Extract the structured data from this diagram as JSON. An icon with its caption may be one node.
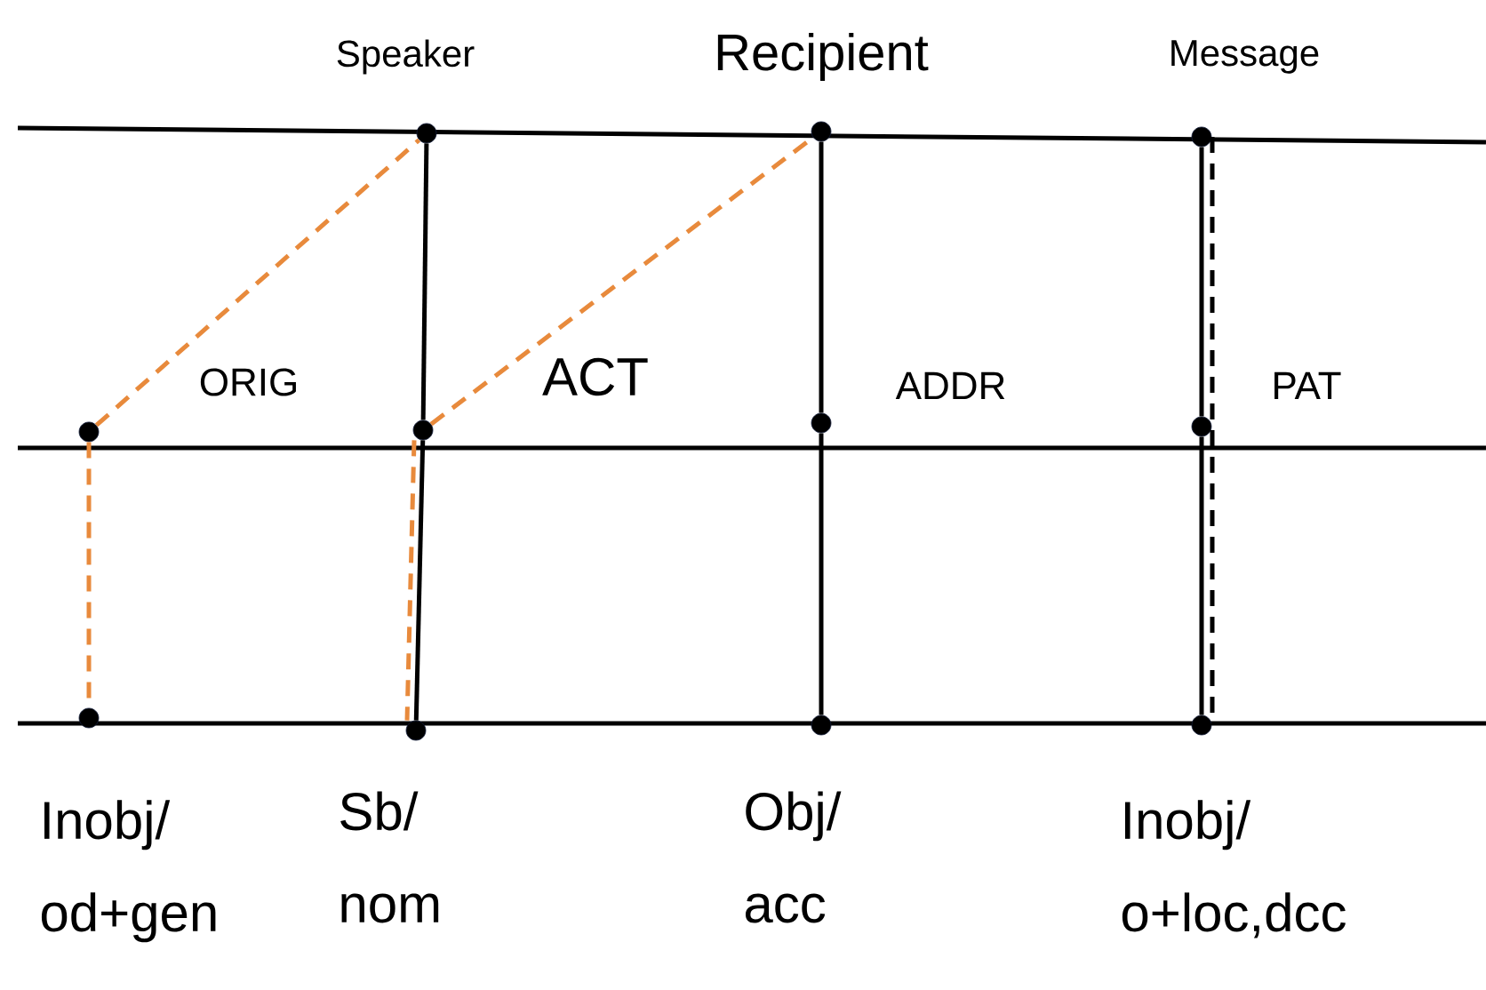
{
  "diagram": {
    "nodes": [
      {
        "text": [],
        "shape": "circle",
        "beside": [
          "Speaker"
        ]
      },
      {
        "text": [],
        "shape": "circle",
        "beside": [
          "Recipient"
        ]
      },
      {
        "text": [],
        "shape": "circle",
        "beside": [
          "Message"
        ]
      },
      {
        "text": [],
        "shape": "circle"
      },
      {
        "text": [],
        "shape": "circle"
      },
      {
        "text": [],
        "shape": "circle"
      },
      {
        "text": [],
        "shape": "circle"
      },
      {
        "text": [],
        "shape": "circle",
        "beside": [
          "Inobj/ od+gen"
        ]
      },
      {
        "text": [],
        "shape": "circle",
        "beside": [
          "Sb/ nom"
        ]
      },
      {
        "text": [],
        "shape": "circle",
        "beside": [
          "Obj/ acc"
        ]
      },
      {
        "text": [],
        "shape": "circle",
        "beside": [
          "Inobj/ o+loc,dcc"
        ]
      }
    ],
    "edges": [
      {
        "from": 3,
        "to": 0,
        "arrow": "none",
        "style": "dashed",
        "color": "#e88a3c"
      },
      {
        "from": 3,
        "to": 7,
        "arrow": "none",
        "style": "dashed",
        "color": "#e88a3c"
      },
      {
        "from": 0,
        "to": 4,
        "arrow": "none"
      },
      {
        "from": 4,
        "to": 8,
        "arrow": "none"
      },
      {
        "from": 4,
        "to": 8,
        "arrow": "none",
        "style": "dashed",
        "color": "#e88a3c"
      },
      {
        "from": 4,
        "to": 1,
        "arrow": "none",
        "style": "dashed",
        "color": "#e88a3c"
      },
      {
        "from": 1,
        "to": 5,
        "arrow": "none"
      },
      {
        "from": 5,
        "to": 9,
        "arrow": "none"
      },
      {
        "from": 2,
        "to": 6,
        "arrow": "none"
      },
      {
        "from": 6,
        "to": 10,
        "arrow": "none"
      },
      {
        "from": 2,
        "to": 10,
        "arrow": "none",
        "style": "dashed"
      }
    ],
    "labels": [
      "ORIG",
      "ACT",
      "ADDR",
      "PAT"
    ]
  }
}
